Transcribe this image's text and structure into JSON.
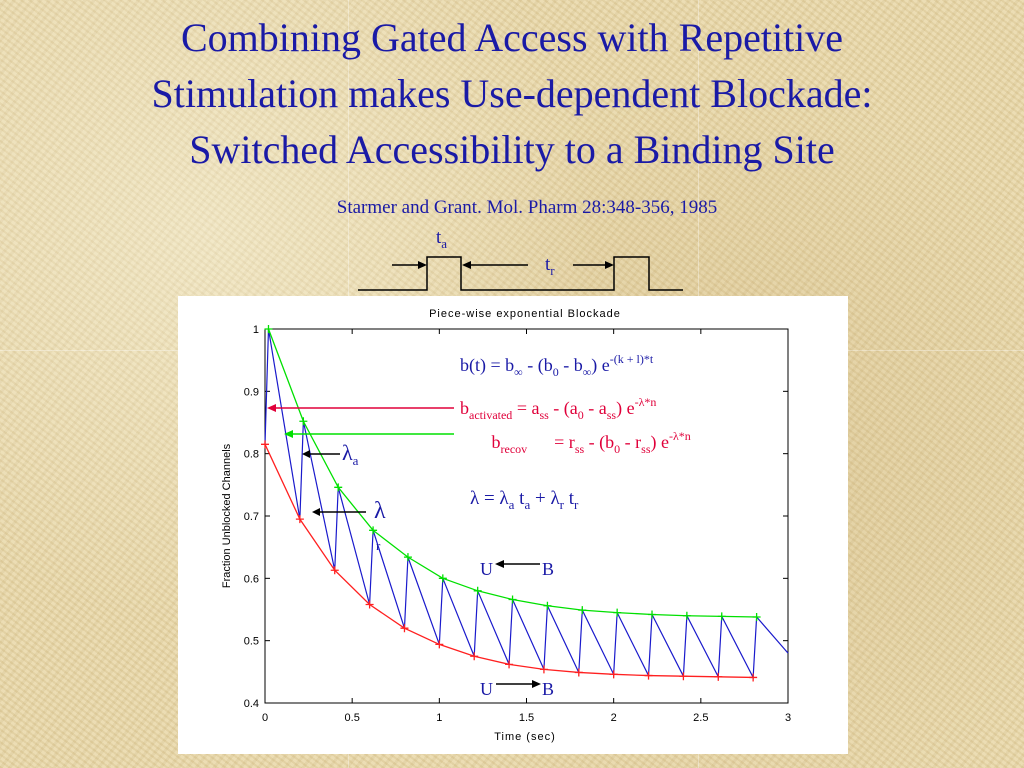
{
  "slide": {
    "title_line1": "Combining Gated Access with Repetitive",
    "title_line2": "Stimulation makes Use-dependent Blockade:",
    "title_line3": "Switched Accessibility to a Binding Site",
    "citation": "Starmer and Grant.  Mol. Pharm 28:348-356, 1985"
  },
  "pulse_diagram": {
    "ta_main": "t",
    "ta_sub": "a",
    "tr_main": "t",
    "tr_sub": "r"
  },
  "equations": {
    "eq1": {
      "b": "b(t) = b",
      "inf": "∞",
      "mid": " - (b",
      "zero": "0",
      "mid2": " - b",
      "inf2": "∞",
      "close": ") e",
      "exp": "-(k + l)*t"
    },
    "eq2": {
      "b": "b",
      "sub": "activated",
      "rest": " = a",
      "ss": "ss",
      "rest2": " - (a",
      "zero": "0",
      "rest3": " - a",
      "ss2": "ss",
      "close": ") e",
      "exp": "-λ*n"
    },
    "eq3": {
      "b": "b",
      "sub": "recov",
      "rest": "      = r",
      "ss": "ss",
      "rest2": " - (b",
      "zero": "0",
      "rest3": " - r",
      "ss2": "ss",
      "close": ") e",
      "exp": "-λ*n"
    },
    "eq4": {
      "a": "λ = λ",
      "sub1": "a",
      "b": " t",
      "sub2": "a",
      "c": " + λ",
      "sub3": "r",
      "d": " t",
      "sub4": "r"
    }
  },
  "annotations": {
    "lambda_a": {
      "main": "λ",
      "sub": "a"
    },
    "lambda_r": {
      "main": "λ",
      "sub": "r"
    },
    "ub_top": {
      "u": "U",
      "b": "B"
    },
    "ub_bottom": {
      "u": "U",
      "b": "B"
    }
  },
  "colors": {
    "title": "#1a1aa6",
    "activated_curve": "#00e000",
    "recovery_curve": "#ff2020",
    "trace": "#1a1acc",
    "annotation_red": "#e0003a"
  },
  "chart_data": {
    "type": "line",
    "title": "Piece-wise exponential Blockade",
    "xlabel": "Time (sec)",
    "ylabel": "Fraction Unblocked Channels",
    "xlim": [
      0,
      3
    ],
    "ylim": [
      0.4,
      1.0
    ],
    "x_ticks": [
      0,
      0.5,
      1,
      1.5,
      2,
      2.5,
      3
    ],
    "x_tick_labels": [
      "0",
      "0.5",
      "1",
      "1.5",
      "2",
      "2.5",
      "3"
    ],
    "y_ticks": [
      0.4,
      0.5,
      0.6,
      0.7,
      0.8,
      0.9,
      1.0
    ],
    "y_tick_labels": [
      "0.4",
      "0.5",
      "0.6",
      "0.7",
      "0.8",
      "0.9",
      "1"
    ],
    "grid": false,
    "series": [
      {
        "role": "upper envelope (green)",
        "x": [
          0.02,
          0.22,
          0.42,
          0.62,
          0.82,
          1.02,
          1.22,
          1.42,
          1.62,
          1.82,
          2.02,
          2.22,
          2.42,
          2.62,
          2.82
        ],
        "y": [
          1.0,
          0.852,
          0.746,
          0.677,
          0.634,
          0.6,
          0.58,
          0.566,
          0.556,
          0.549,
          0.545,
          0.542,
          0.54,
          0.539,
          0.538
        ]
      },
      {
        "role": "lower envelope (red)",
        "x": [
          0.0,
          0.2,
          0.4,
          0.6,
          0.8,
          1.0,
          1.2,
          1.4,
          1.6,
          1.8,
          2.0,
          2.2,
          2.4,
          2.6,
          2.8
        ],
        "y": [
          0.815,
          0.695,
          0.613,
          0.558,
          0.52,
          0.494,
          0.475,
          0.462,
          0.454,
          0.449,
          0.446,
          0.444,
          0.443,
          0.442,
          0.441
        ]
      }
    ]
  }
}
